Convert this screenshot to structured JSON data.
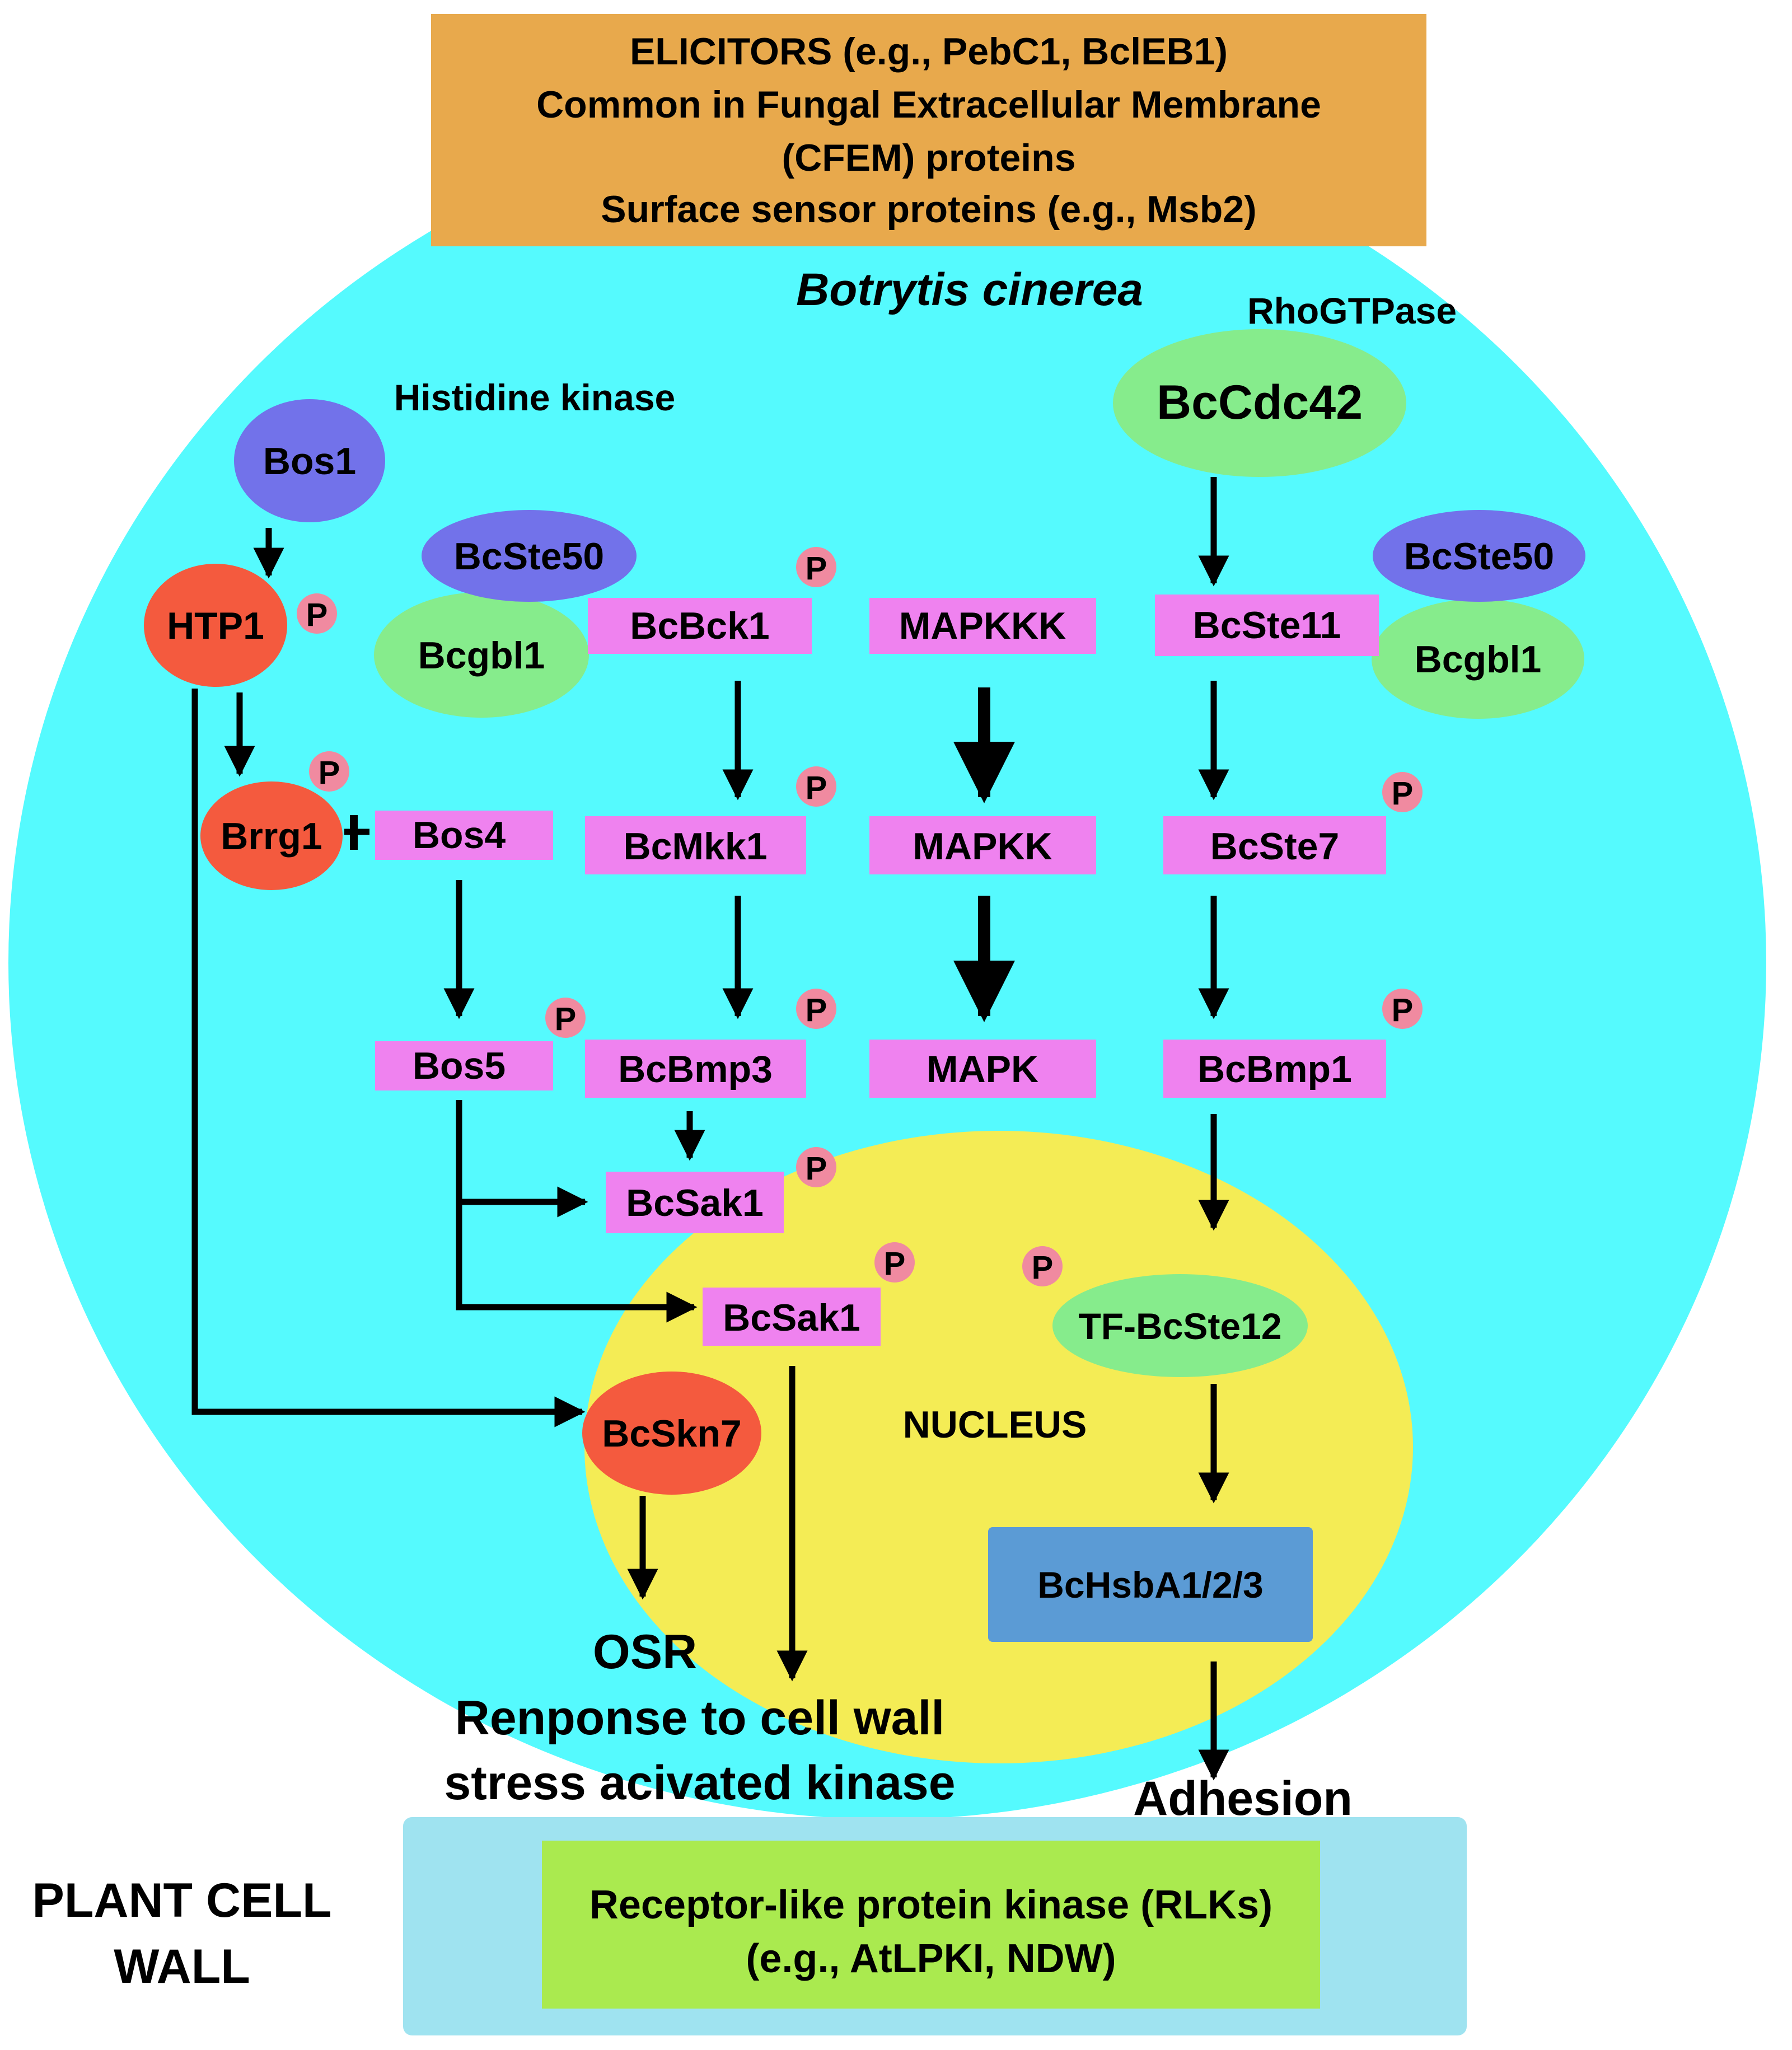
{
  "elicitors": {
    "line1": "ELICITORS (e.g., PebC1, BclEB1)",
    "line2": "Common in Fungal Extracellular Membrane",
    "line3": "(CFEM) proteins",
    "line4": "Surface sensor proteins (e.g., Msb2)"
  },
  "organism": "Botrytis cinerea",
  "rho_gtpase_label": "RhoGTPase",
  "histidine_kinase_label": "Histidine kinase",
  "nodes": {
    "bccdc42": "BcCdc42",
    "bos1": "Bos1",
    "htp1": "HTP1",
    "brrg1": "Brrg1",
    "bos4": "Bos4",
    "bos5": "Bos5",
    "bcste50_left": "BcSte50",
    "bcgbl1_left": "Bcgbl1",
    "bcbck1": "BcBck1",
    "bcmkk1": "BcMkk1",
    "bcbmp3": "BcBmp3",
    "bcsak1_cytoplasm": "BcSak1",
    "mapkkk": "MAPKKK",
    "mapkk": "MAPKK",
    "mapk": "MAPK",
    "bcste11": "BcSte11",
    "bcste50_right": "BcSte50",
    "bcgbl1_right": "Bcgbl1",
    "bcste7": "BcSte7",
    "bcbmp1": "BcBmp1",
    "bcsak1_nucleus": "BcSak1",
    "tf_bcste12": "TF-BcSte12",
    "bcskn7": "BcSkn7",
    "bchsba": "BcHsbA1/2/3"
  },
  "phospho_label": "P",
  "nucleus_label": "NUCLEUS",
  "outputs": {
    "osr": "OSR",
    "cell_wall_line1": "Renponse to cell wall",
    "cell_wall_line2": "stress acivated kinase",
    "adhesion": "Adhesion"
  },
  "plant_cell_wall": {
    "line1": "PLANT CELL",
    "line2": "WALL"
  },
  "rlk": {
    "line1": "Receptor-like protein kinase (RLKs)",
    "line2": "(e.g., AtLPKI, NDW)"
  },
  "colors": {
    "cell": "#55fafe",
    "nucleus": "#f4ec55",
    "elicitor_box": "#e8a94c",
    "kinase_box": "#ef82ef",
    "histidine_kinase": "#7272ea",
    "response_regulator": "#f45a3e",
    "g_protein": "#86ec8c",
    "phospho": "#f08aa0",
    "hsba_box": "#5b9bd5",
    "plant_wall": "#9fe3f0",
    "rlk_box": "#aaea4f"
  }
}
